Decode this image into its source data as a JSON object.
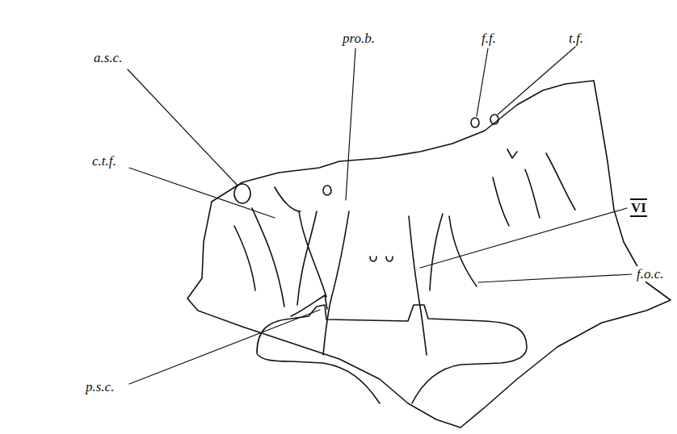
{
  "diagram": {
    "labels": [
      "a.s.c.",
      "pro.b.",
      "f.f.",
      "t.f.",
      "VI",
      "c.t.f.",
      "f.o.c.",
      "p.s.c."
    ]
  }
}
